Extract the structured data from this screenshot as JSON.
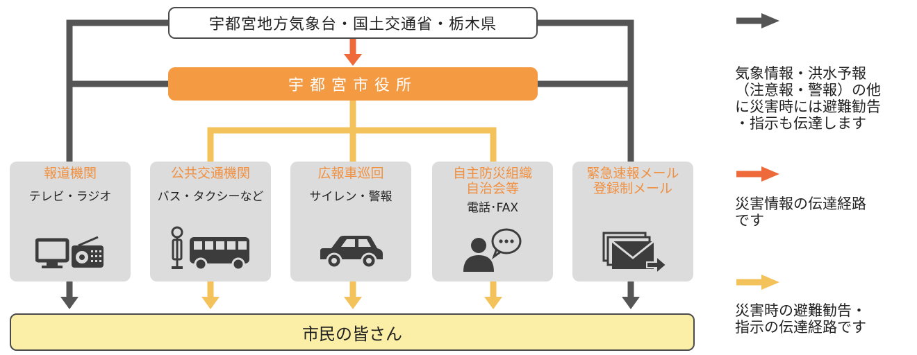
{
  "top_source": "宇都宮地方気象台・国土交通省・栃木県",
  "city_office": "宇都宮市役所",
  "channels": [
    {
      "title": "報道機関",
      "subtitle": "テレビ・ラジオ",
      "icon": "tv-radio-icon"
    },
    {
      "title": "公共交通機関",
      "subtitle": "バス・タクシーなど",
      "icon": "bus-stop-icon"
    },
    {
      "title": "広報車巡回",
      "subtitle": "サイレン・警報",
      "icon": "car-icon"
    },
    {
      "title": "自主防災組織\n自治会等",
      "subtitle": "電話･FAX",
      "icon": "person-chat-icon"
    },
    {
      "title": "緊急速報メール\n登録制メール",
      "subtitle": "",
      "icon": "mail-stack-icon"
    }
  ],
  "citizens": "市民の皆さん",
  "legend": [
    {
      "color": "#555555",
      "text": "気象情報・洪水予報\n（注意報・警報）の他\nに災害時には避難勧告\n・指示も伝達します"
    },
    {
      "color": "#ee6a3a",
      "text": "災害情報の伝達経路\nです"
    },
    {
      "color": "#f3c25a",
      "text": "災害時の避難勧告・\n指示の伝達経路です"
    }
  ],
  "colors": {
    "dark": "#555555",
    "orange_red": "#ee6a3a",
    "yellow": "#f3c25a",
    "office": "#f39a43",
    "channel_title": "#f09040",
    "card": "#dcdcdc",
    "citizens_fill": "#fbeea6"
  }
}
